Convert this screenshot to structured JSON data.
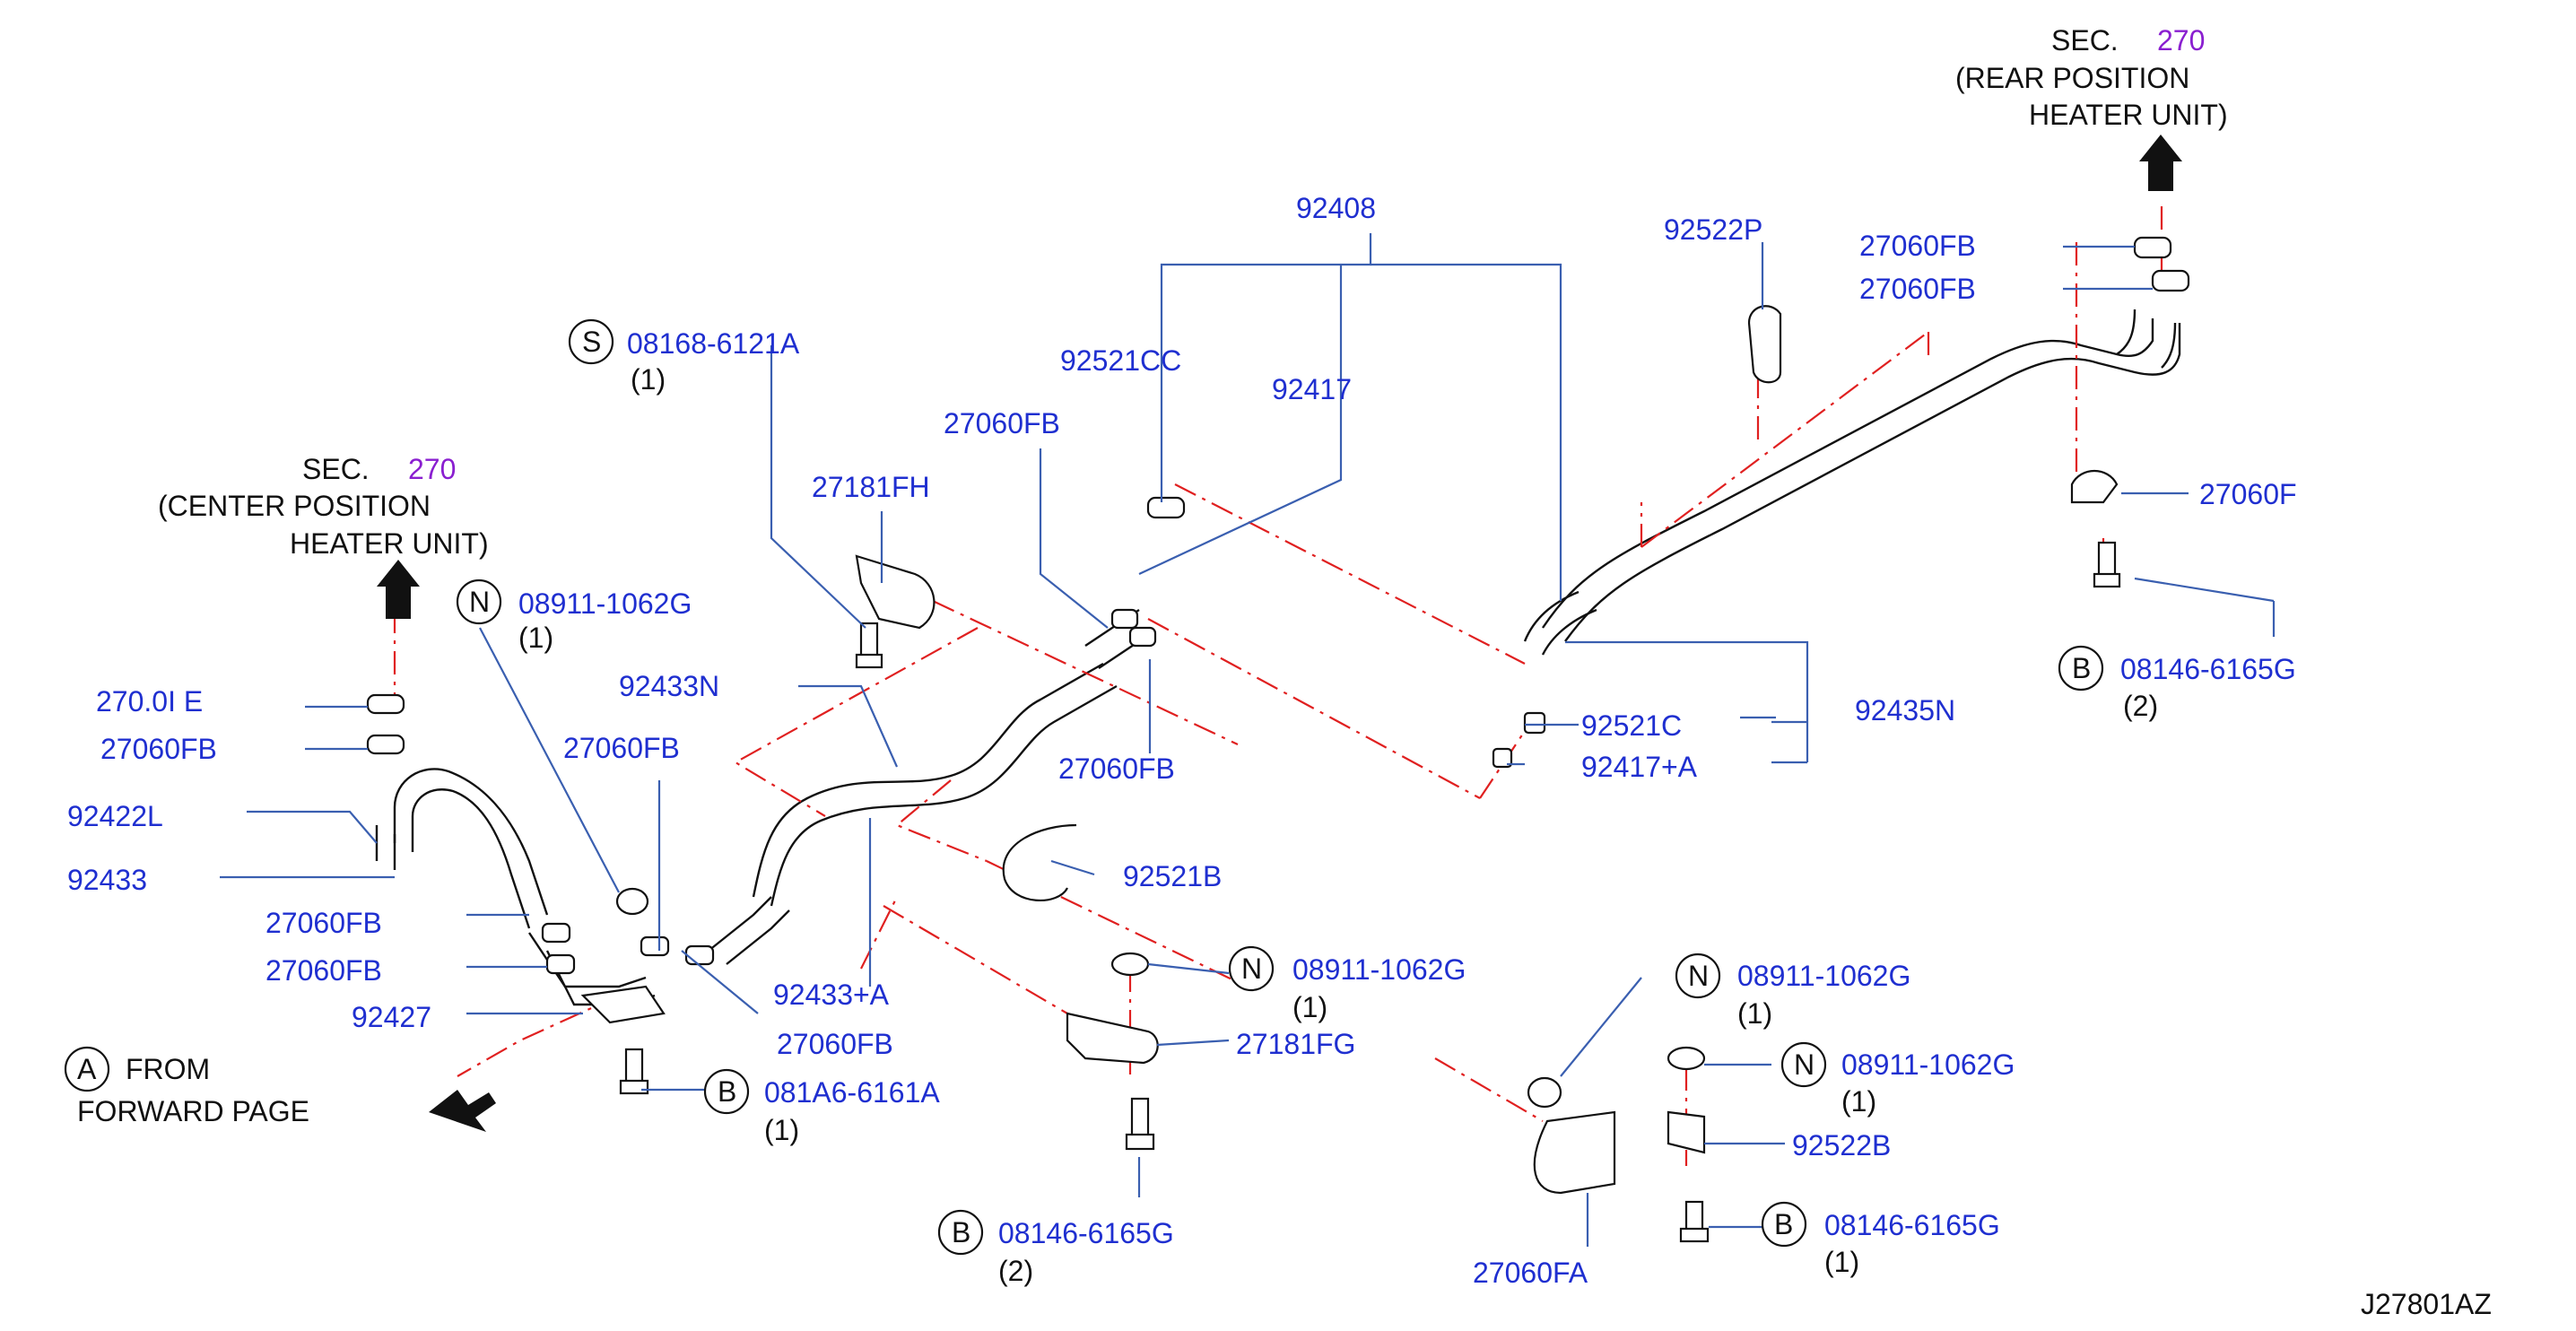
{
  "sec_rear": {
    "sec": "SEC.",
    "num": "270",
    "line1": "(REAR  POSITION",
    "line2": "HEATER  UNIT)"
  },
  "sec_center": {
    "sec": "SEC.",
    "num": "270",
    "line1": "(CENTER  POSITION",
    "line2": "HEATER  UNIT)"
  },
  "from_page": {
    "letter": "A",
    "line1": "FROM",
    "line2": "FORWARD  PAGE"
  },
  "labels": {
    "p92408": "92408",
    "p92522P": "92522P",
    "p27060FB_r1": "27060FB",
    "p27060FB_r2": "27060FB",
    "p92521CC": "92521CC",
    "p92417": "92417",
    "p27060FB_m": "27060FB",
    "p27181FH": "27181FH",
    "p27060F": "27060F",
    "p27060FB_l1": "270.0I E",
    "p27060FB_l2": "27060FB",
    "p92422L": "92422L",
    "p92433": "92433",
    "p92433N": "92433N",
    "p27060FB_c": "27060FB",
    "p27060FB_c2": "27060FB",
    "p92521C": "92521C",
    "p92435N": "92435N",
    "p92417A": "92417+A",
    "p27060FB_b1": "27060FB",
    "p27060FB_b2": "27060FB",
    "p92427": "92427",
    "p92433A": "92433+A",
    "p27060FB_b3": "27060FB",
    "p92521B": "92521B",
    "p27181FG": "27181FG",
    "p92522B": "92522B",
    "p27060FA": "27060FA",
    "diagram_id": "J27801AZ"
  },
  "callouts": {
    "s_bolt": {
      "letter": "S",
      "part": "08168-6121A",
      "qty": "(1)"
    },
    "n_left": {
      "letter": "N",
      "part": "08911-1062G",
      "qty": "(1)"
    },
    "b_right": {
      "letter": "B",
      "part": "08146-6165G",
      "qty": "(2)"
    },
    "b_bottom_left": {
      "letter": "B",
      "part": "081A6-6161A",
      "qty": "(1)"
    },
    "n_mid": {
      "letter": "N",
      "part": "08911-1062G",
      "qty": "(1)"
    },
    "b_mid": {
      "letter": "B",
      "part": "08146-6165G",
      "qty": "(2)"
    },
    "n_br1": {
      "letter": "N",
      "part": "08911-1062G",
      "qty": "(1)"
    },
    "n_br2": {
      "letter": "N",
      "part": "08911-1062G",
      "qty": "(1)"
    },
    "b_br": {
      "letter": "B",
      "part": "08146-6165G",
      "qty": "(1)"
    }
  },
  "colors": {
    "label": "#1f2fd0",
    "sec_num": "#8a1fd0",
    "leader": "#3a5fb0",
    "centerline": "#e02020"
  }
}
